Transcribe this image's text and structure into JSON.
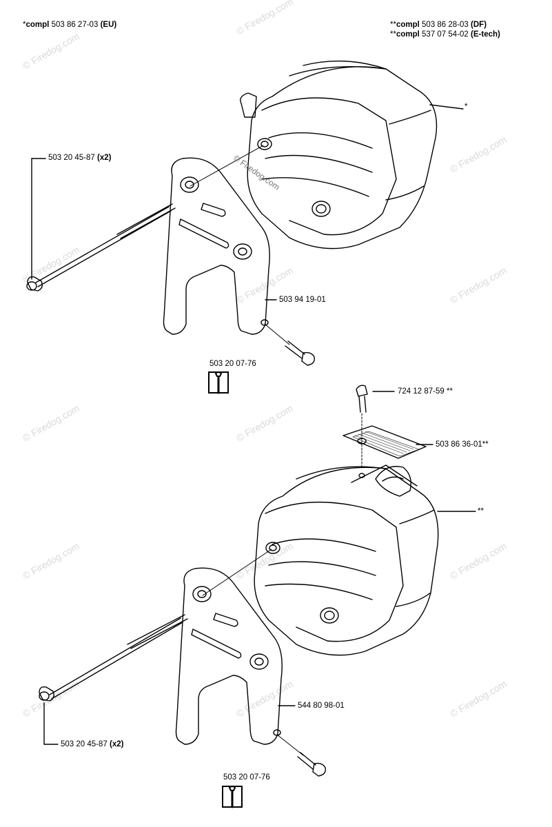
{
  "header": {
    "left": {
      "prefix": "*",
      "keyword": "compl",
      "number": "503 86 27-03",
      "suffix": "(EU)"
    },
    "right": [
      {
        "prefix": "**",
        "keyword": "compl",
        "number": "503 86 28-03",
        "suffix": "(DF)"
      },
      {
        "prefix": "**",
        "keyword": "compl",
        "number": "537 07 54-02",
        "suffix": "(E-tech)"
      }
    ]
  },
  "watermark": "© Firedog.com",
  "top_assembly": {
    "muffler_marker": "*",
    "bolt": {
      "number": "503 20 45-87",
      "qty": "(x2)"
    },
    "bracket": "503 94 19-01",
    "screw_tool": "503 20 07-76"
  },
  "bottom_assembly": {
    "screw": {
      "number": "724 12 87-59",
      "marker": "**"
    },
    "screen": {
      "number": "503 86 36-01",
      "marker": "**"
    },
    "muffler_marker": "**",
    "bracket": "544 80 98-01",
    "bolt": {
      "number": "503 20 45-87",
      "qty": "(x2)"
    },
    "screw_tool": "503 20 07-76"
  },
  "icons": [
    "wrench-icon",
    "wrench-icon"
  ]
}
